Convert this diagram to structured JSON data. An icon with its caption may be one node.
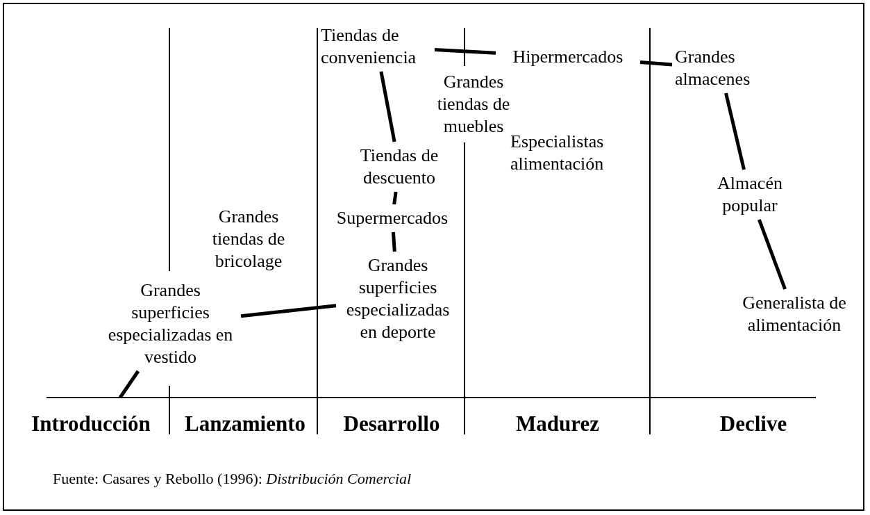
{
  "diagram": {
    "nodes": [
      {
        "text": [
          "Tiendas de conveniencia"
        ]
      },
      {
        "text": [
          "Hipermercados"
        ]
      },
      {
        "text": [
          "Grandes almacenes"
        ]
      },
      {
        "text": [
          "Tiendas de descuento"
        ]
      },
      {
        "text": [
          "Supermercados"
        ]
      },
      {
        "text": [
          "Grandes superficies especializadas en deporte"
        ]
      },
      {
        "text": [
          "Grandes superficies especializadas en vestido"
        ]
      },
      {
        "text": [
          "Almacén popular"
        ]
      },
      {
        "text": [
          "Generalista de alimentación"
        ]
      }
    ],
    "edges": [
      {
        "from": null,
        "to": 6,
        "arrow": "none"
      },
      {
        "from": 6,
        "to": 5,
        "arrow": "none"
      },
      {
        "from": 5,
        "to": 4,
        "arrow": "none"
      },
      {
        "from": 4,
        "to": 3,
        "arrow": "none"
      },
      {
        "from": 3,
        "to": 0,
        "arrow": "none"
      },
      {
        "from": 0,
        "to": 1,
        "arrow": "none"
      },
      {
        "from": 1,
        "to": 2,
        "arrow": "none"
      },
      {
        "from": 2,
        "to": 7,
        "arrow": "none"
      },
      {
        "from": 7,
        "to": 8,
        "arrow": "none"
      }
    ],
    "labels": [
      "Grandes tiendas de muebles",
      "Especialistas alimentación",
      "Grandes tiendas de bricolage",
      "Introducción",
      "Lanzamiento",
      "Desarrollo",
      "Madurez",
      "Declive"
    ],
    "caption": "Fuente: Casares y Rebollo (1996): *Distribución Comercial*"
  }
}
